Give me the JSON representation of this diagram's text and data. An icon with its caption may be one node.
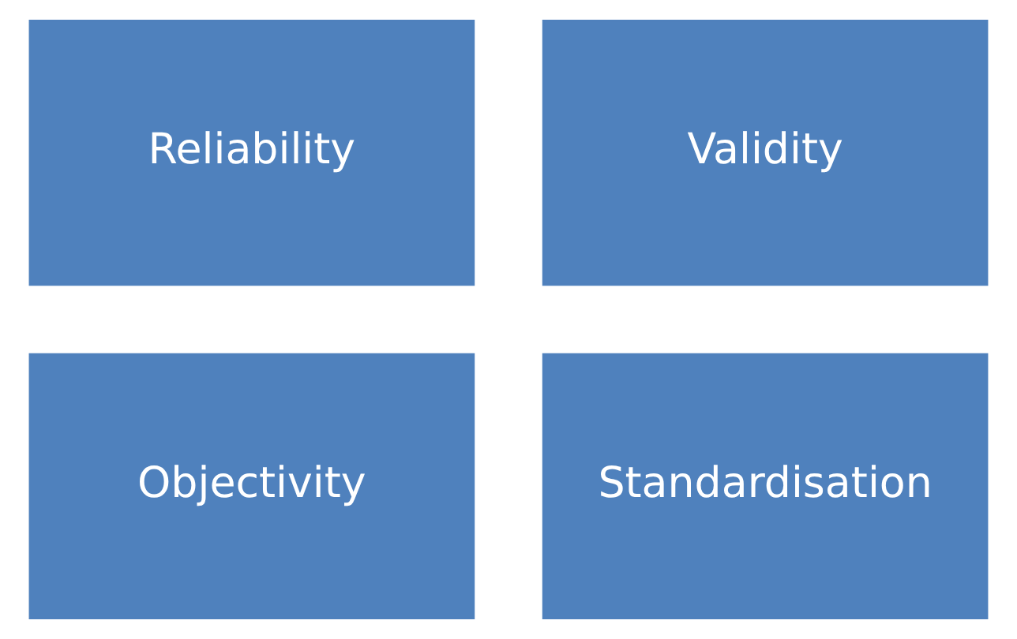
{
  "diagram": {
    "nodes": [
      {
        "text": [
          "Reliability"
        ]
      },
      {
        "text": [
          "Validity"
        ]
      },
      {
        "text": [
          "Objectivity"
        ]
      },
      {
        "text": [
          "Standardisation"
        ]
      }
    ]
  }
}
